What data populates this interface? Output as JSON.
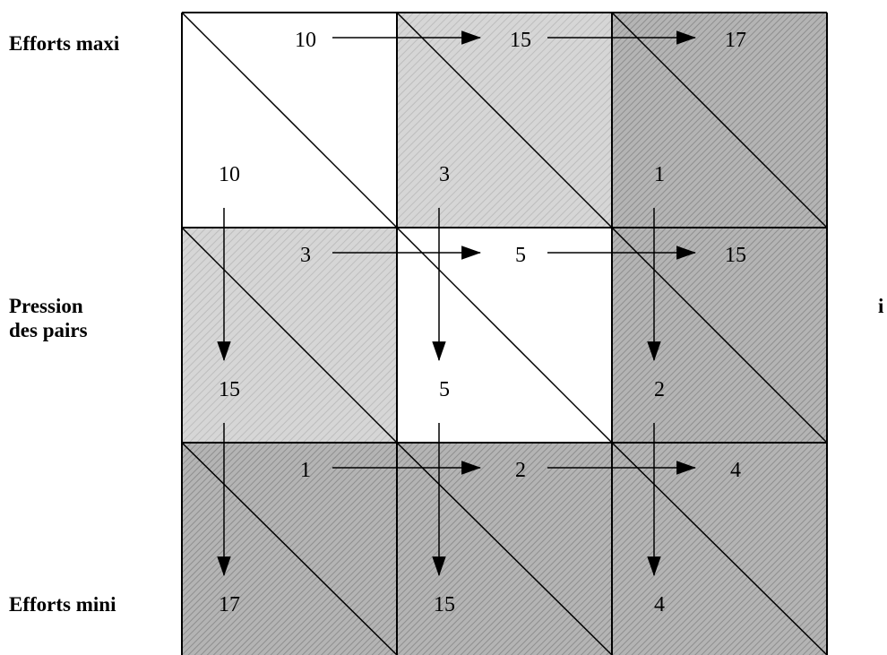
{
  "labels": {
    "top": "Efforts maxi",
    "middle_line1": "Pression",
    "middle_line2": "des pairs",
    "middle_right": "i",
    "bottom": "Efforts mini"
  },
  "colors": {
    "light_shade": "#cfcfcf",
    "dark_shade": "#a9a9a9",
    "white": "#ffffff",
    "line": "#000000"
  },
  "matrix": [
    [
      {
        "shade": "white",
        "row_player": "10",
        "col_player": "10"
      },
      {
        "shade": "light",
        "row_player": "15",
        "col_player": "3"
      },
      {
        "shade": "dark",
        "row_player": "17",
        "col_player": "1"
      }
    ],
    [
      {
        "shade": "light",
        "row_player": "3",
        "col_player": "15"
      },
      {
        "shade": "white",
        "row_player": "5",
        "col_player": "5"
      },
      {
        "shade": "dark",
        "row_player": "15",
        "col_player": "2"
      }
    ],
    [
      {
        "shade": "dark",
        "row_player": "1",
        "col_player": "17"
      },
      {
        "shade": "dark",
        "row_player": "2",
        "col_player": "15"
      },
      {
        "shade": "dark",
        "row_player": "4",
        "col_player": "4"
      }
    ]
  ]
}
